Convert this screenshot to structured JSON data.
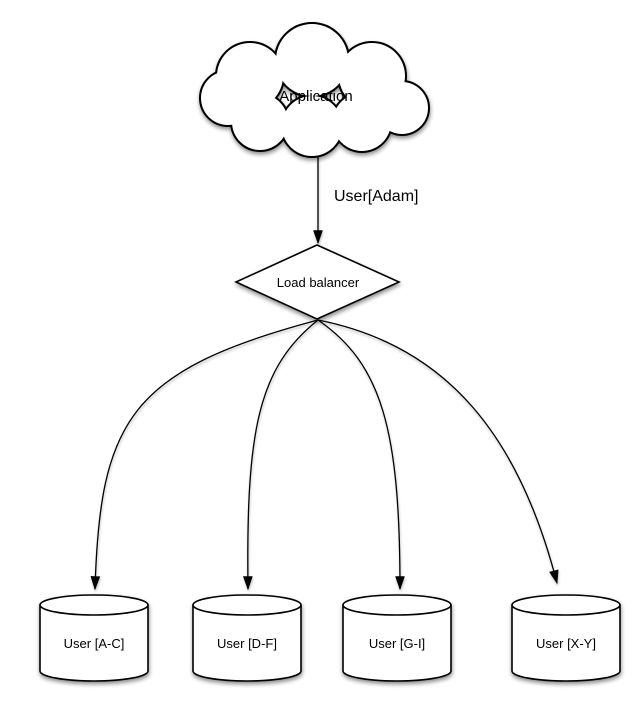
{
  "canvas": {
    "background": "#ffffff",
    "line_color": "#000000",
    "shape_fill": "#ffffff",
    "shadow_color": "#999999"
  },
  "nodes": {
    "application": {
      "label": "Application",
      "shape": "cloud"
    },
    "load_balancer": {
      "label": "Load balancer",
      "shape": "diamond"
    },
    "shards": [
      {
        "label": "User [A-C]",
        "shape": "cylinder"
      },
      {
        "label": "User [D-F]",
        "shape": "cylinder"
      },
      {
        "label": "User [G-I]",
        "shape": "cylinder"
      },
      {
        "label": "User [X-Y]",
        "shape": "cylinder"
      }
    ]
  },
  "edges": {
    "app_to_lb": {
      "label": "User[Adam]",
      "from": "Application",
      "to": "Load balancer"
    },
    "lb_to_shards": [
      {
        "from": "Load balancer",
        "to": "User [A-C]"
      },
      {
        "from": "Load balancer",
        "to": "User [D-F]"
      },
      {
        "from": "Load balancer",
        "to": "User [G-I]"
      },
      {
        "from": "Load balancer",
        "to": "User [X-Y]"
      }
    ]
  }
}
